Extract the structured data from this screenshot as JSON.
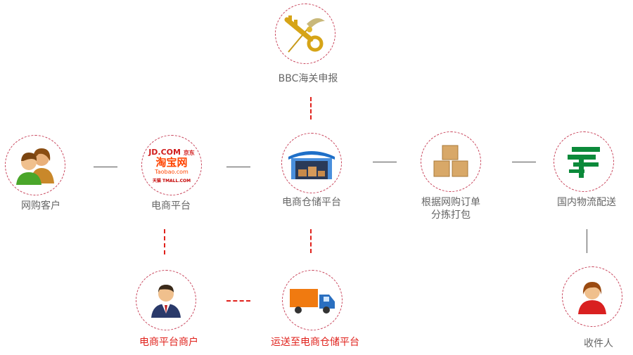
{
  "nodes": {
    "customs": {
      "label": "BBC海关申报"
    },
    "customer": {
      "label": "网购客户"
    },
    "platform": {
      "label": "电商平台",
      "logos": {
        "jd": "JD.COM",
        "jd_cn": "京东",
        "taobao": "淘宝网",
        "taobao_url": "Taobao.com",
        "tmall": "天猫 TMALL.COM"
      }
    },
    "warehouse": {
      "label": "电商仓储平台"
    },
    "sorting": {
      "label_line1": "根据网购订单",
      "label_line2": "分拣打包"
    },
    "logistics": {
      "label": "国内物流配送"
    },
    "merchant": {
      "label": "电商平台商户"
    },
    "transport": {
      "label": "运送至电商仓储平台"
    },
    "receiver": {
      "label": "收件人"
    }
  },
  "colors": {
    "accent": "#e0221c",
    "border": "#c8435a",
    "text": "#666666"
  }
}
